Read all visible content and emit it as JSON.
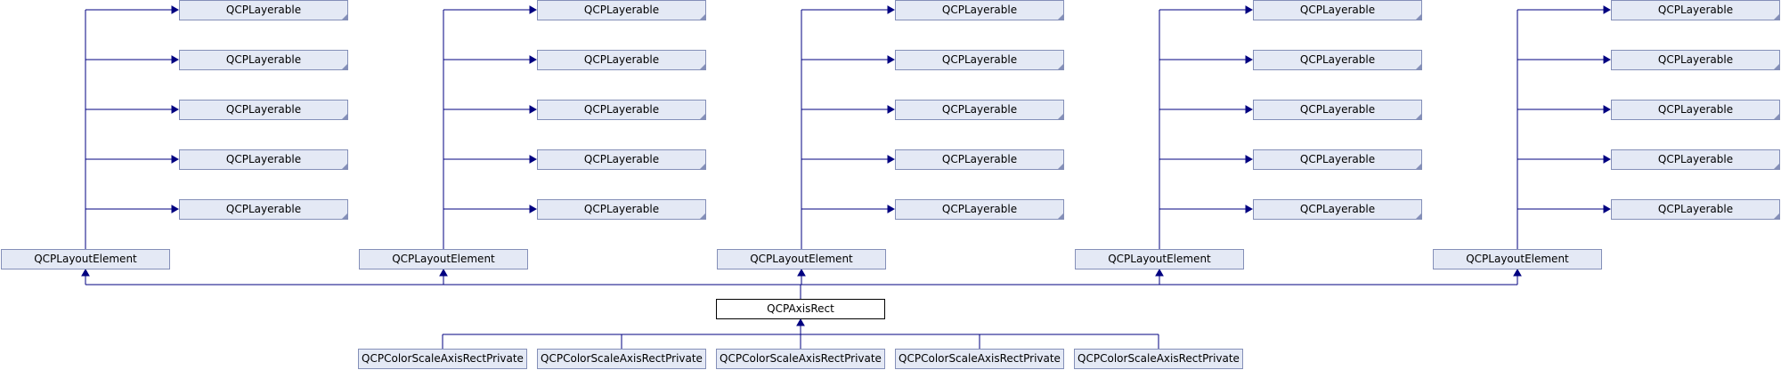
{
  "colors": {
    "edge": "#000080",
    "node_fill": "#e4e9f5",
    "node_border": "#848fb8",
    "current_border": "#000000"
  },
  "labels": {
    "layerable": "QCPLayerable",
    "layout_element": "QCPLayoutElement",
    "axis_rect": "QCPAxisRect",
    "color_scale_private": "QCPColorScaleAxisRectPrivate"
  },
  "columns": 5,
  "layerables_per_column": 5,
  "derived_count": 5
}
